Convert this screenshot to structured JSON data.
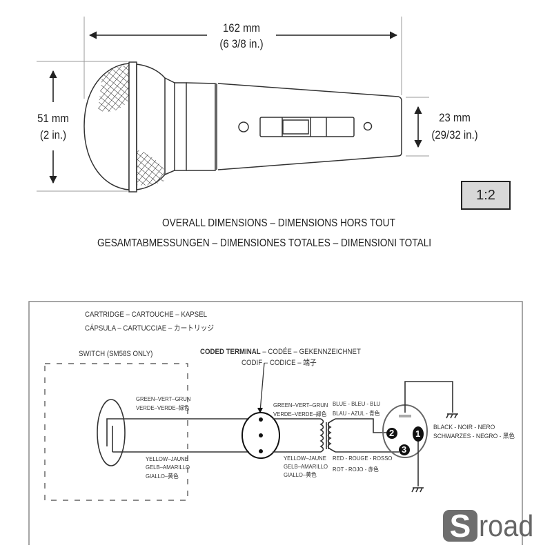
{
  "dimensions": {
    "length": {
      "mm": "162 mm",
      "in": "(6 3/8 in.)"
    },
    "head_diameter": {
      "mm": "51 mm",
      "in": "(2 in.)"
    },
    "tail_diameter": {
      "mm": "23 mm",
      "in": "(29/32 in.)"
    },
    "scale": "1:2",
    "caption_line1": "OVERALL DIMENSIONS – DIMENSIONS HORS TOUT",
    "caption_line2": "GESAMTABMESSUNGEN – DIMENSIONES TOTALES – DIMENSIONI TOTALI"
  },
  "schematic": {
    "cartridge_line1": "CARTRIDGE – CARTOUCHE – KAPSEL",
    "cartridge_line2": "CÁPSULA – CARTUCCIAE – カートリッジ",
    "switch_label": "SWITCH (SM58S ONLY)",
    "coded_terminal_bold": "CODED TERMINAL",
    "coded_terminal_rest": " – CODÉE – GEKENNZEICHNET",
    "coded_terminal_line2": "CODIF – CODICE – 端子",
    "wires": {
      "green_left_1": "GREEN–VERT–GRUN",
      "green_left_2": "VERDE–VERDE–緑色",
      "yellow_left_1": "YELLOW–JAUNE",
      "yellow_left_2": "GELB–AMARILLO",
      "yellow_left_3": "GIALLO–黄色",
      "green_right_1": "GREEN–VERT–GRUN",
      "green_right_2": "VERDE–VERDE–緑色",
      "yellow_right_1": "YELLOW–JAUNE",
      "yellow_right_2": "GELB–AMARILLO",
      "yellow_right_3": "GIALLO–黄色",
      "blue_1": "BLUE - BLEU - BLU",
      "blue_2": "BLAU - AZUL - 青色",
      "red_1": "RED - ROUGE - ROSSO",
      "red_2": "ROT - ROJO - 赤色",
      "black_1": "BLACK - NOIR - NERO",
      "black_2": "SCHWARZES - NEGRO - 黑色"
    },
    "pins": [
      "1",
      "2",
      "3"
    ]
  },
  "watermark": {
    "initial": "S",
    "rest": "road"
  }
}
